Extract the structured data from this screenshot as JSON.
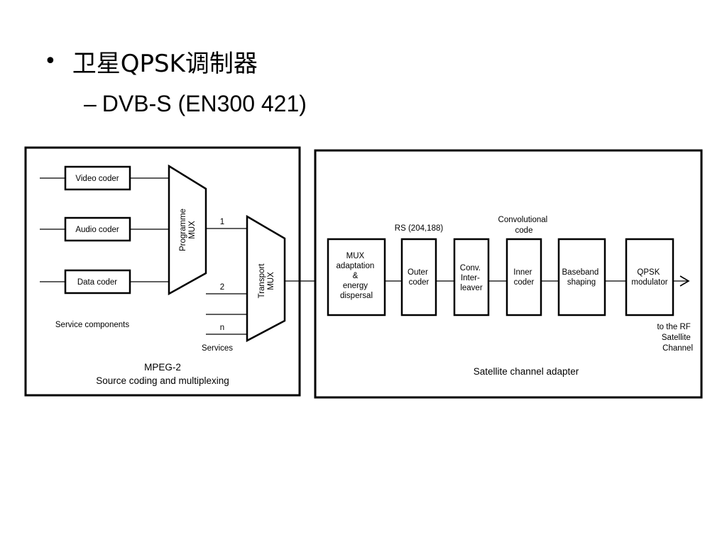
{
  "slide": {
    "bullet": "卫星QPSK调制器",
    "sub_bullet": "DVB-S (EN300 421)"
  },
  "diagram": {
    "left_panel": {
      "coders": [
        "Video coder",
        "Audio coder",
        "Data coder"
      ],
      "programme_mux": "Programme MUX",
      "transport_mux": "Transport MUX",
      "input_labels": [
        "1",
        "2",
        "n"
      ],
      "services_label": "Services",
      "service_components_label": "Service components",
      "caption_line1": "MPEG-2",
      "caption_line2": "Source coding  and  multiplexing"
    },
    "right_panel": {
      "blocks": {
        "mux_adaptation": [
          "MUX",
          "adaptation",
          "&",
          "energy",
          "dispersal"
        ],
        "outer_coder": [
          "Outer",
          "coder"
        ],
        "conv_interleaver": [
          "Conv.",
          "Inter-",
          "leaver"
        ],
        "inner_coder": [
          "Inner",
          "coder"
        ],
        "baseband_shaping": [
          "Baseband",
          "shaping"
        ],
        "qpsk_modulator": [
          "QPSK",
          "modulator"
        ]
      },
      "rs_label": "RS (204,188)",
      "convolutional_label": [
        "Convolutional",
        "code"
      ],
      "output_label": [
        "to the RF",
        "Satellite",
        "Channel"
      ],
      "caption": "Satellite channel adapter"
    }
  }
}
